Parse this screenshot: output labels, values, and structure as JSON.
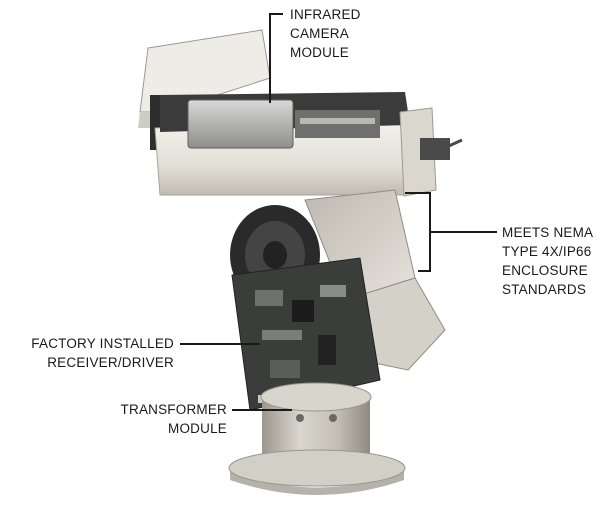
{
  "callouts": {
    "camera": [
      "INFRARED",
      "CAMERA",
      "MODULE"
    ],
    "enclosure": [
      "MEETS NEMA",
      "TYPE 4X/IP66",
      "ENCLOSURE",
      "STANDARDS"
    ],
    "receiver": [
      "FACTORY INSTALLED",
      "RECEIVER/DRIVER"
    ],
    "transformer": [
      "TRANSFORMER",
      "MODULE"
    ]
  },
  "colors": {
    "line": "#1a1a1a",
    "housing_light": "#e9e6df",
    "housing_mid": "#c9c5bc",
    "metal_dark": "#2b2b2b",
    "pcb": "#3a3d3a"
  }
}
